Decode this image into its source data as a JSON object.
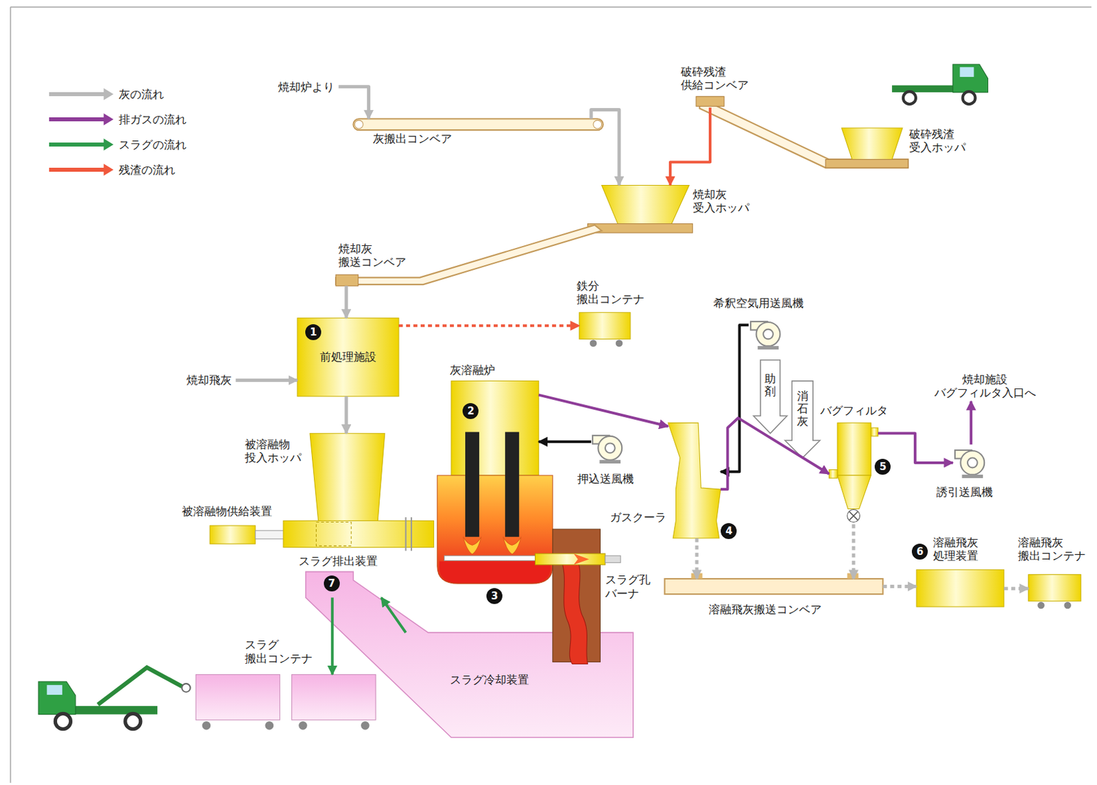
{
  "diagram": {
    "nodes": [
      {
        "text": [
          "焼却炉より"
        ]
      },
      {
        "text": [
          "灰搬出コンベア"
        ]
      },
      {
        "text": [
          "破砕残渣 供給コンベア"
        ]
      },
      {
        "text": [
          "破砕残渣 受入ホッパ"
        ]
      },
      {
        "text": [
          "焼却灰 受入ホッパ"
        ]
      },
      {
        "text": [
          "焼却灰 搬送コンベア"
        ]
      },
      {
        "text": [
          "前処理施設"
        ]
      },
      {
        "text": [
          "鉄分 搬出コンテナ"
        ]
      },
      {
        "text": [
          "希釈空気用送風機"
        ]
      },
      {
        "text": [
          "焼却飛灰"
        ]
      },
      {
        "text": [
          "灰溶融炉"
        ]
      },
      {
        "text": [
          "助剤"
        ]
      },
      {
        "text": [
          "消石灰"
        ]
      },
      {
        "text": [
          "バグフィルタ"
        ]
      },
      {
        "text": [
          "焼却施設 バグフィルタ入口へ"
        ]
      },
      {
        "text": [
          "被溶融物 投入ホッパ"
        ]
      },
      {
        "text": [
          "押込送風機"
        ]
      },
      {
        "text": [
          "誘引送風機"
        ]
      },
      {
        "text": [
          "被溶融物供給装置"
        ]
      },
      {
        "text": [
          "ガスクーラ"
        ]
      },
      {
        "text": [
          "スラグ排出装置"
        ]
      },
      {
        "text": [
          "スラグ孔 バーナ"
        ]
      },
      {
        "text": [
          "溶融飛灰 処理装置"
        ]
      },
      {
        "text": [
          "溶融飛灰 搬出コンテナ"
        ]
      },
      {
        "text": [
          "溶融飛灰搬送コンベア"
        ]
      },
      {
        "text": [
          "スラグ 搬出コンテナ"
        ]
      },
      {
        "text": [
          "スラグ冷却装置"
        ]
      }
    ],
    "edges": [
      {
        "from": 0,
        "to": 1,
        "arrow": "to"
      },
      {
        "from": 1,
        "to": 4,
        "arrow": "to"
      },
      {
        "from": 2,
        "to": 4,
        "arrow": "to"
      },
      {
        "from": 5,
        "to": 6,
        "arrow": "to"
      },
      {
        "from": 6,
        "to": 7,
        "arrow": "to"
      },
      {
        "from": 9,
        "to": 6,
        "arrow": "to"
      },
      {
        "from": 6,
        "to": 15,
        "arrow": "to"
      },
      {
        "from": 16,
        "to": 10,
        "arrow": "to"
      },
      {
        "from": 10,
        "to": 19,
        "arrow": "to"
      },
      {
        "from": 8,
        "to": 19,
        "arrow": "to"
      },
      {
        "from": 19,
        "to": 13,
        "arrow": "to"
      },
      {
        "from": 13,
        "to": 17,
        "arrow": "to"
      },
      {
        "from": 17,
        "to": 14,
        "arrow": "to"
      },
      {
        "from": 19,
        "to": 24,
        "arrow": "to"
      },
      {
        "from": 13,
        "to": 24,
        "arrow": "to"
      },
      {
        "from": 24,
        "to": 22,
        "arrow": "to"
      },
      {
        "from": 22,
        "to": 23,
        "arrow": "to"
      },
      {
        "from": 26,
        "to": 20,
        "arrow": "to"
      },
      {
        "from": 20,
        "to": 25,
        "arrow": "to"
      }
    ],
    "labels": [
      "1",
      "2",
      "3",
      "4",
      "5",
      "6",
      "7"
    ],
    "legend": [
      {
        "text": "灰の流れ",
        "color": "#b8b8b8"
      },
      {
        "text": "排ガスの流れ",
        "color": "#8e3c98"
      },
      {
        "text": "スラグの流れ",
        "color": "#2e9b4c"
      },
      {
        "text": "残渣の流れ",
        "color": "#f0583c"
      }
    ]
  }
}
